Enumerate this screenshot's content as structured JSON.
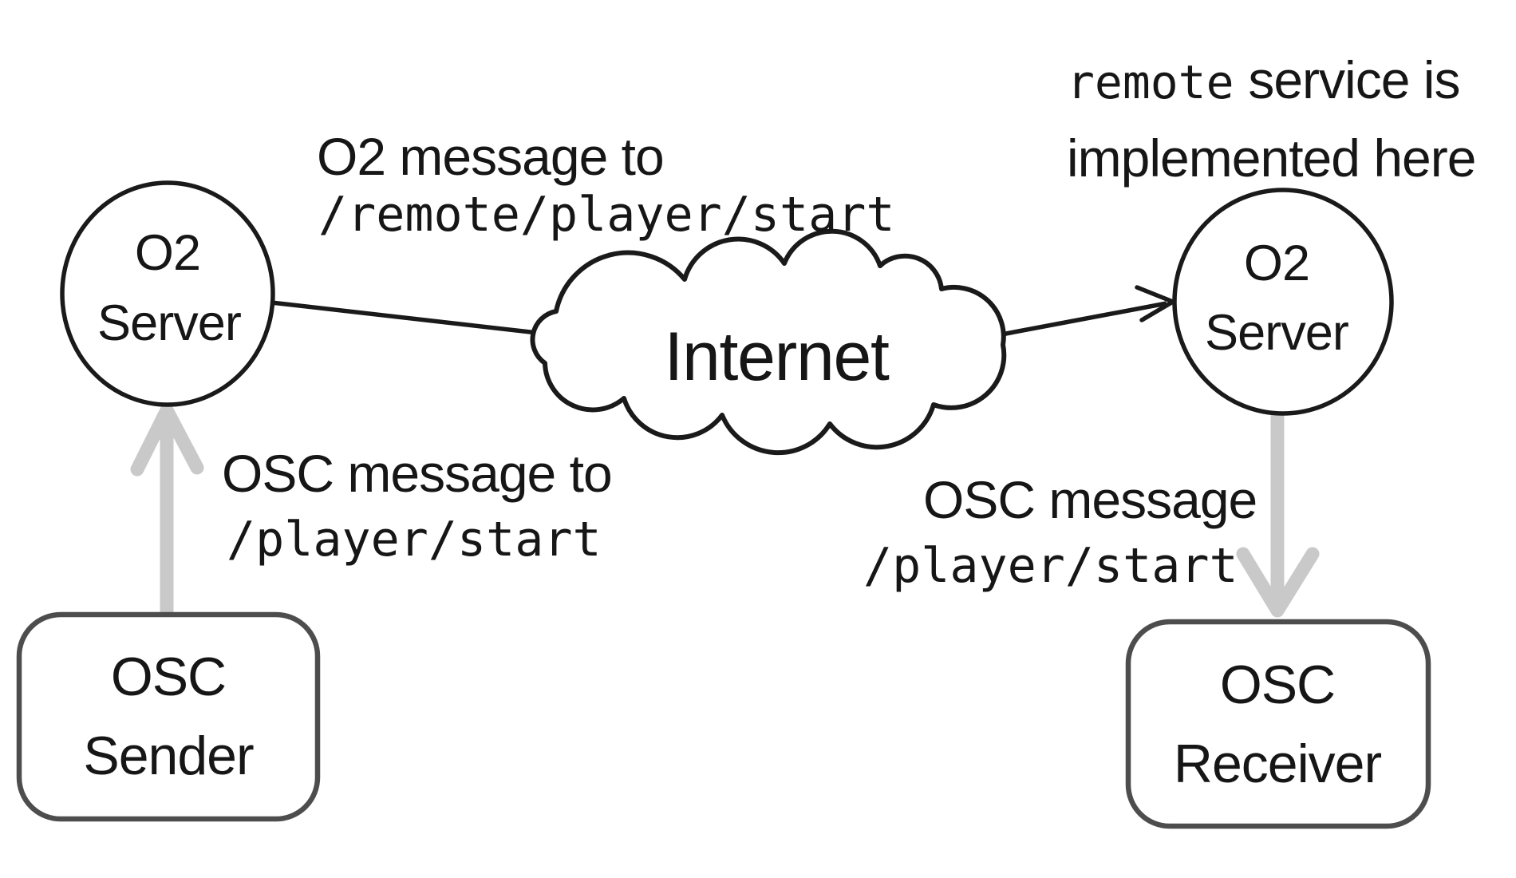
{
  "diagram": {
    "title": "O2 / OSC message routing diagram",
    "colors": {
      "bg": "#ffffff",
      "stroke": "#1a1a1a",
      "gray_arrow": "#c9c9c9",
      "box_border": "#4d4d4d",
      "text": "#161616"
    },
    "nodes": {
      "left_server": {
        "line1": "O2",
        "line2": "Server"
      },
      "right_server": {
        "line1": "O2",
        "line2": "Server"
      },
      "cloud": {
        "label": "Internet"
      },
      "sender": {
        "line1": "OSC",
        "line2": "Sender"
      },
      "receiver": {
        "line1": "OSC",
        "line2": "Receiver"
      }
    },
    "annotations": {
      "o2_message": {
        "line1": "O2 message to",
        "line2": "/remote/player/start"
      },
      "remote_service": {
        "mono": "remote",
        "rest": "service is",
        "line2": "implemented here"
      },
      "osc_left": {
        "line1": "OSC message to",
        "line2": "/player/start"
      },
      "osc_right": {
        "line1": "OSC message",
        "line2": "/player/start"
      }
    }
  }
}
